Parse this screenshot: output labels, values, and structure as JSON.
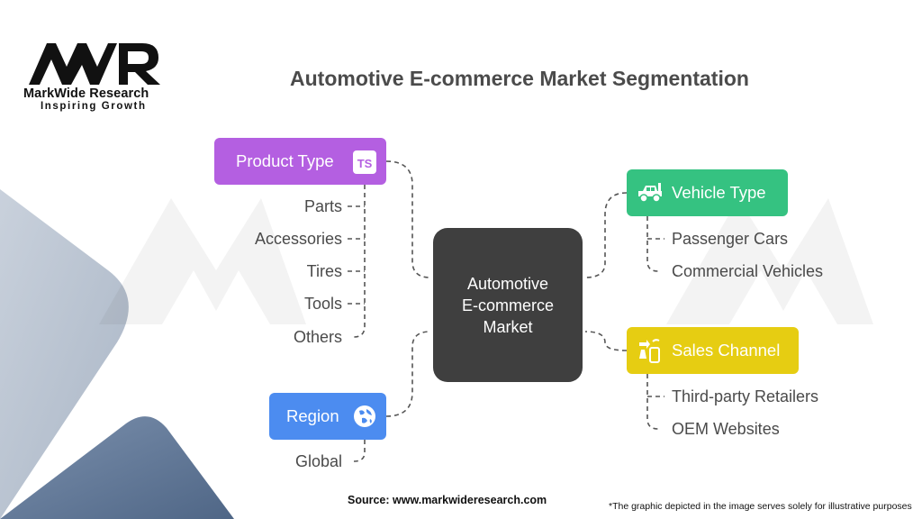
{
  "brand": {
    "name": "MarkWide Research",
    "tagline": "Inspiring Growth"
  },
  "title": "Automotive E-commerce Market Segmentation",
  "center": {
    "line1": "Automotive",
    "line2": "E-commerce",
    "line3": "Market"
  },
  "segments": {
    "product_type": {
      "label": "Product Type",
      "icon": "ts-icon",
      "color": "#b45fe1",
      "items": [
        "Parts",
        "Accessories",
        "Tires",
        "Tools",
        "Others"
      ]
    },
    "region": {
      "label": "Region",
      "icon": "globe-icon",
      "color": "#4c8cf0",
      "items": [
        "Global"
      ]
    },
    "vehicle_type": {
      "label": "Vehicle Type",
      "icon": "jeep-icon",
      "color": "#35c281",
      "items": [
        "Passenger Cars",
        "Commercial Vehicles"
      ]
    },
    "sales_channel": {
      "label": "Sales Channel",
      "icon": "exchange-icon",
      "color": "#e6cd12",
      "items": [
        "Third-party Retailers",
        "OEM Websites"
      ]
    }
  },
  "footer": {
    "source": "Source: www.markwideresearch.com",
    "disclaimer": "*The graphic depicted in the image serves solely for illustrative purposes"
  }
}
